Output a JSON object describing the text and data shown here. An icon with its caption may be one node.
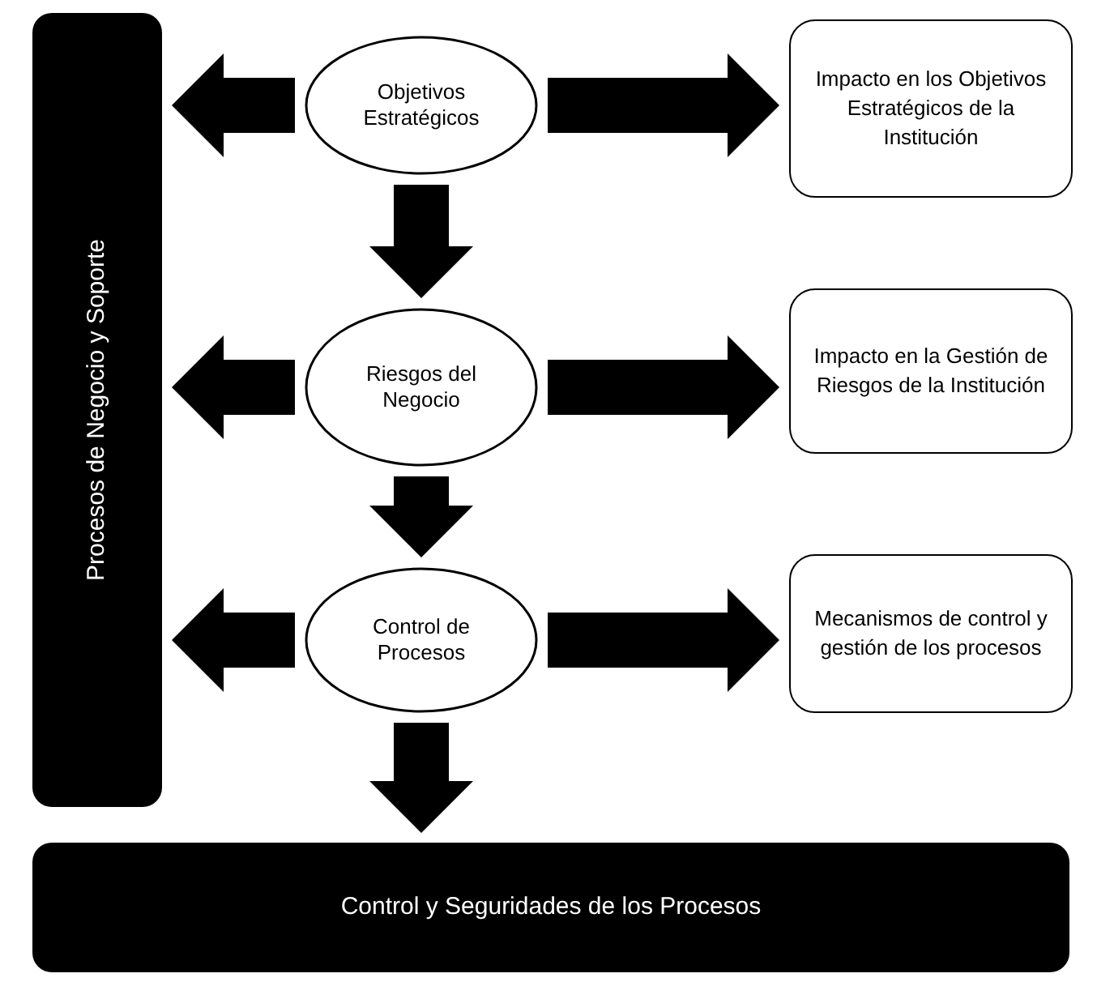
{
  "diagram": {
    "nodes": [
      {
        "text": [
          "Procesos de Negocio y Soporte"
        ]
      },
      {
        "text": [
          "Objetivos Estratégicos"
        ]
      },
      {
        "text": [
          "Impacto en los Objetivos Estratégicos de la Institución"
        ]
      },
      {
        "text": [
          "Riesgos del Negocio"
        ]
      },
      {
        "text": [
          "Impacto en la Gestión de Riesgos de la Institución"
        ]
      },
      {
        "text": [
          "Control de Procesos"
        ]
      },
      {
        "text": [
          "Mecanismos de control y gestión de los procesos"
        ]
      },
      {
        "text": [
          "Control y Seguridades de los Procesos"
        ]
      }
    ],
    "edges": [
      {
        "from": 1,
        "to": 0,
        "arrow": "to"
      },
      {
        "from": 1,
        "to": 2,
        "arrow": "to"
      },
      {
        "from": 1,
        "to": 3,
        "arrow": "to"
      },
      {
        "from": 3,
        "to": 0,
        "arrow": "to"
      },
      {
        "from": 3,
        "to": 4,
        "arrow": "to"
      },
      {
        "from": 3,
        "to": 5,
        "arrow": "to"
      },
      {
        "from": 5,
        "to": 0,
        "arrow": "to"
      },
      {
        "from": 5,
        "to": 6,
        "arrow": "to"
      },
      {
        "from": 5,
        "to": 7,
        "arrow": "to"
      }
    ]
  }
}
